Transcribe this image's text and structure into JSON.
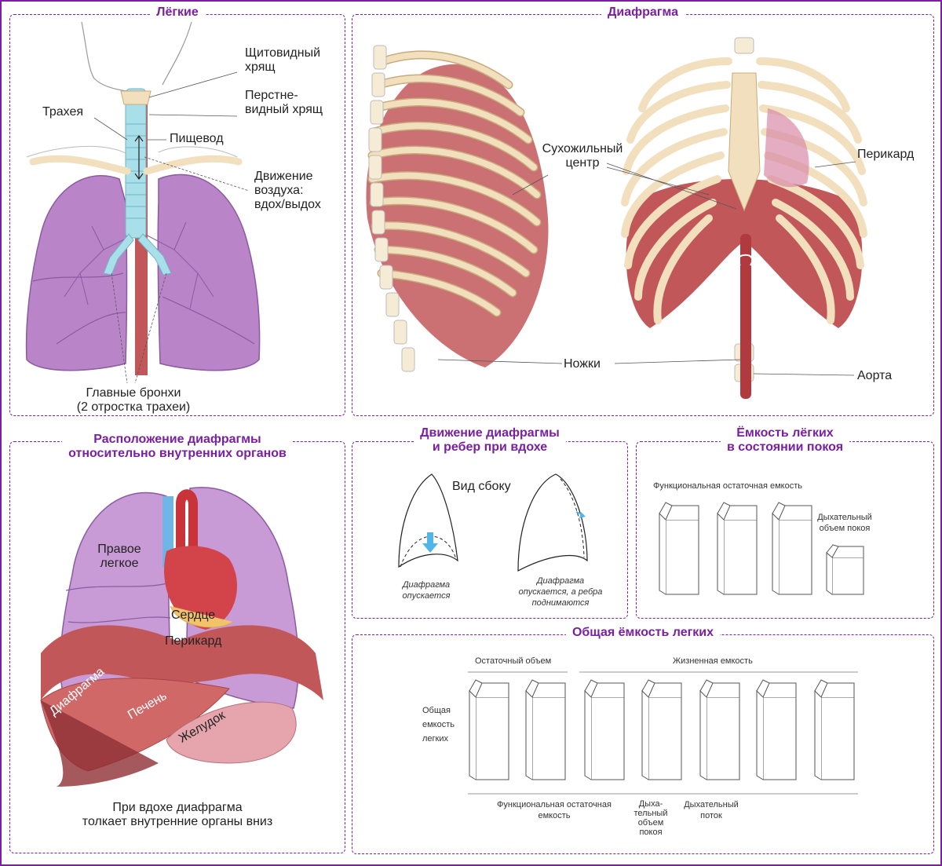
{
  "colors": {
    "accent": "#7a1fa2",
    "lung": "#b985c8",
    "lung_dark": "#8c5aa0",
    "muscle": "#c2575a",
    "bone": "#f1dfbd",
    "trachea": "#a8dfe8",
    "arrow": "#4fb6e6"
  },
  "lungs": {
    "title": "Лёгкие",
    "thyroid_cartilage": "Щитовидный\nхрящ",
    "cricoid_cartilage": "Перстне-\nвидный хрящ",
    "trachea": "Трахея",
    "esophagus": "Пищевод",
    "air_movement": "Движение\nвоздуха:\nвдох/выдох",
    "main_bronchi": "Главные бронхи\n(2 отростка трахеи)"
  },
  "diaphragm": {
    "title": "Диафрагма",
    "tendon_center": "Сухожильный\nцентр",
    "pericardium": "Перикард",
    "crura": "Ножки",
    "aorta": "Аорта"
  },
  "organs": {
    "title": "Расположение диафрагмы\nотносительно внутренних органов",
    "right_lung": "Правое\nлегкое",
    "heart": "Сердце",
    "pericardium": "Перикард",
    "diaphragm": "Диафрагма",
    "liver": "Печень",
    "stomach": "Желудок",
    "caption": "При вдохе диафрагма\nтолкает внутренние органы вниз"
  },
  "movement": {
    "title": "Движение диафрагмы\nи ребер при вдохе",
    "side_view": "Вид сбоку",
    "caption_left": "Диафрагма\nопускается",
    "caption_right": "Диафрагма\nопускается, а ребра\nподнимаются"
  },
  "rest_capacity": {
    "title": "Ёмкость лёгких\nв состоянии покоя",
    "frc": "Функциональная остаточная емкость",
    "tidal": "Дыхательный\nобъем покоя"
  },
  "total_capacity": {
    "title": "Общая ёмкость легких",
    "residual": "Остаточный объем",
    "vital": "Жизненная емкость",
    "total": "Общая\nемкость\nлегких",
    "frc": "Функциональная остаточная\nемкость",
    "tidal": "Дыха-\nтельный\nобъем\nпокоя",
    "flow": "Дыхательный\nпоток"
  }
}
